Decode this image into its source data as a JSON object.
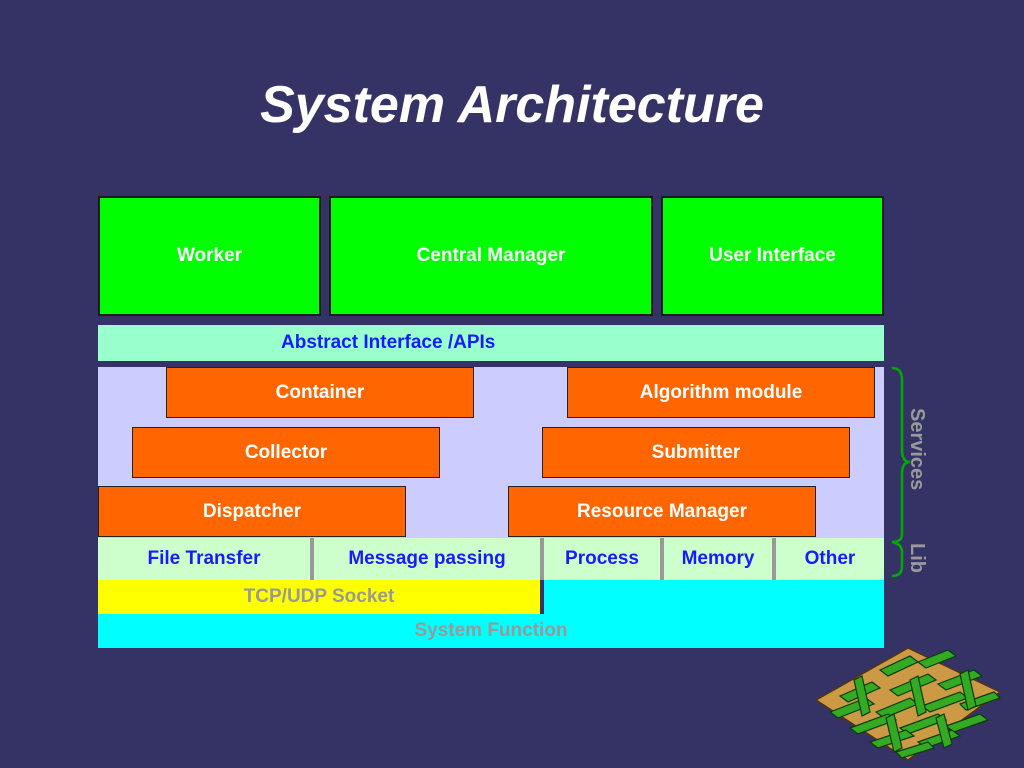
{
  "title": "System Architecture",
  "top_row": {
    "worker": "Worker",
    "central_manager": "Central Manager",
    "user_interface": "User Interface"
  },
  "apis": "Abstract Interface /APIs",
  "services": {
    "container": "Container",
    "algorithm_module": "Algorithm module",
    "collector": "Collector",
    "submitter": "Submitter",
    "dispatcher": "Dispatcher",
    "resource_manager": "Resource Manager"
  },
  "lib": {
    "file_transfer": "File Transfer",
    "message_passing": "Message passing",
    "process": "Process",
    "memory": "Memory",
    "other": "Other"
  },
  "tcp_udp": "TCP/UDP Socket",
  "system_function": "System Function",
  "side_labels": {
    "services": "Services",
    "lib": "Lib"
  },
  "colors": {
    "background": "#353366",
    "green": "#00ff00",
    "orange": "#ff6600",
    "apis_bg": "#99ffcc",
    "services_bg": "#ccccff",
    "lib_bg": "#ccffcc",
    "tcp_bg": "#ffff00",
    "cyan": "#00ffff",
    "brace": "#00aa00"
  },
  "decoration_icon": "maze-icon"
}
